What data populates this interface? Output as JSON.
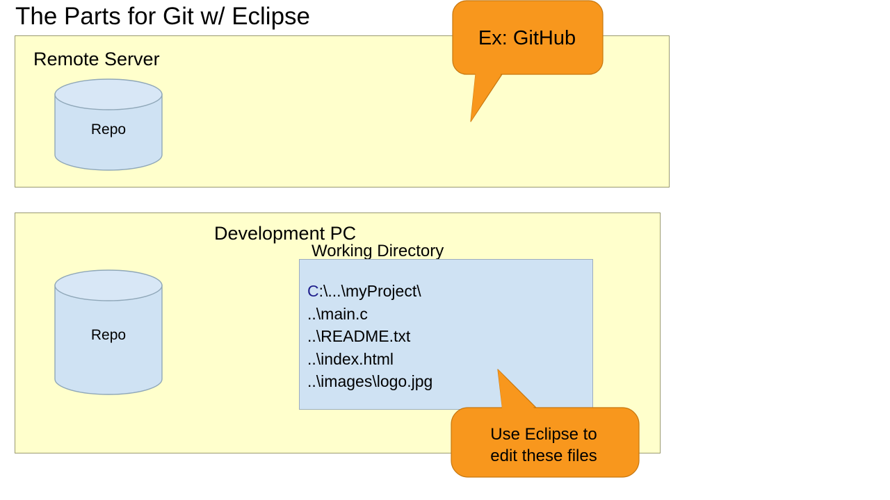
{
  "slide": {
    "title": "The Parts for Git w/ Eclipse"
  },
  "regions": {
    "remote_server": {
      "label": "Remote Server",
      "fill_color": "#FFFFCC",
      "border_color": "#9A9A6E",
      "repo": {
        "label": "Repo",
        "fill_color": "#CFE2F3",
        "border_color": "#8FA7B8"
      }
    },
    "development_pc": {
      "label": "Development PC",
      "fill_color": "#FFFFCC",
      "border_color": "#9A9A6E",
      "repo": {
        "label": "Repo",
        "fill_color": "#CFE2F3",
        "border_color": "#8FA7B8"
      },
      "working_directory": {
        "label": "Working Directory",
        "fill_color": "#CFE2F3",
        "border_color": "#9DADBD",
        "drive_prefix": "C",
        "drive_prefix_color": "#1F1F8C",
        "files": [
          ":\\...\\myProject\\",
          "..\\main.c",
          "..\\README.txt",
          "..\\index.html",
          "..\\images\\logo.jpg"
        ]
      }
    }
  },
  "callouts": {
    "github": {
      "text": "Ex: GitHub",
      "fill_color": "#F8971D",
      "border_color": "#C6770F"
    },
    "eclipse": {
      "line1": "Use Eclipse to",
      "line2": "edit these files",
      "fill_color": "#F8971D",
      "border_color": "#C6770F"
    }
  }
}
